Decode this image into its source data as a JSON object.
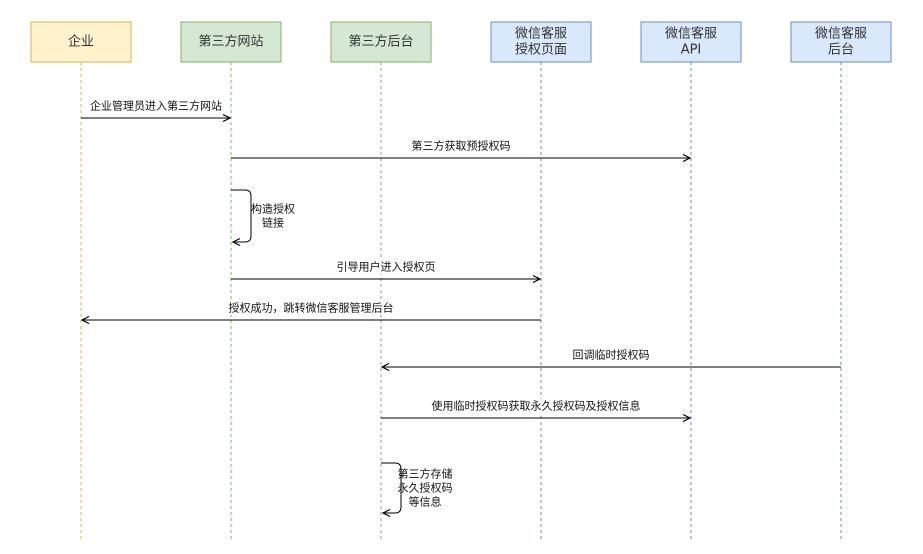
{
  "participants": [
    {
      "id": "p1",
      "lines": [
        "企业"
      ],
      "fill": "#fff2cc",
      "stroke": "#d6b656"
    },
    {
      "id": "p2",
      "lines": [
        "第三方网站"
      ],
      "fill": "#d5e8d4",
      "stroke": "#82b366"
    },
    {
      "id": "p3",
      "lines": [
        "第三方后台"
      ],
      "fill": "#d5e8d4",
      "stroke": "#82b366"
    },
    {
      "id": "p4",
      "lines": [
        "微信客服",
        "授权页面"
      ],
      "fill": "#dae8fc",
      "stroke": "#6c8ebf"
    },
    {
      "id": "p5",
      "lines": [
        "微信客服",
        "API"
      ],
      "fill": "#dae8fc",
      "stroke": "#6c8ebf"
    },
    {
      "id": "p6",
      "lines": [
        "微信客服",
        "后台"
      ],
      "fill": "#dae8fc",
      "stroke": "#6c8ebf"
    }
  ],
  "messages": [
    {
      "from": 0,
      "to": 1,
      "lines": [
        "企业管理员进入第三方网站"
      ]
    },
    {
      "from": 1,
      "to": 4,
      "lines": [
        "第三方获取预授权码"
      ]
    },
    {
      "from": 1,
      "to": 1,
      "lines": [
        "构造授权",
        "链接"
      ]
    },
    {
      "from": 1,
      "to": 3,
      "lines": [
        "引导用户进入授权页"
      ]
    },
    {
      "from": 3,
      "to": 0,
      "lines": [
        "授权成功，跳转微信客服管理后台"
      ]
    },
    {
      "from": 5,
      "to": 2,
      "lines": [
        "回调临时授权码"
      ]
    },
    {
      "from": 2,
      "to": 4,
      "lines": [
        "使用临时授权码获取永久授权码及授权信息"
      ]
    },
    {
      "from": 2,
      "to": 2,
      "lines": [
        "第三方存储",
        "永久授权码",
        "等信息"
      ]
    }
  ]
}
